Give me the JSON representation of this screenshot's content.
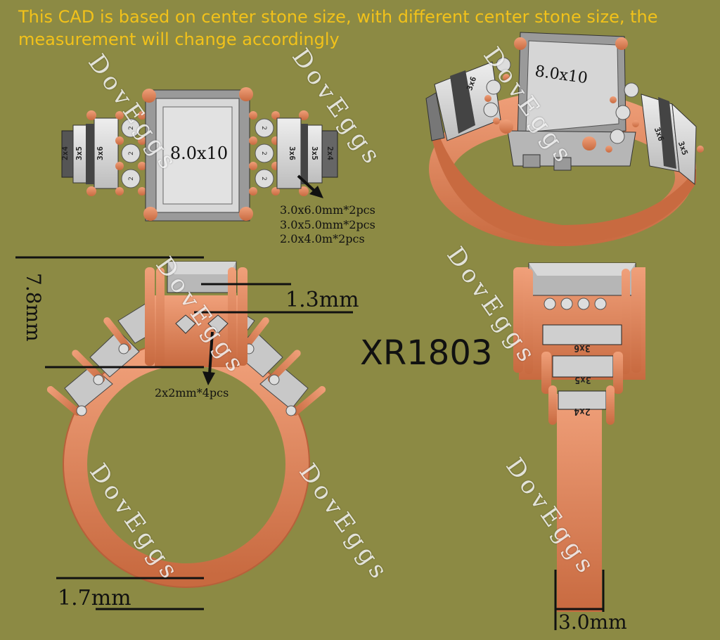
{
  "note": {
    "line1": "This CAD is based on center stone size, with different center stone size, the",
    "line2": "measurement will change accordingly"
  },
  "model_code": "XR1803",
  "watermark": "DovEggs",
  "top_view": {
    "center_stone": "8.0x10",
    "stones": [
      "3x6",
      "3x5",
      "2x4",
      "3x6",
      "3x5",
      "2x4"
    ],
    "accents": [
      "2",
      "2",
      "2",
      "2",
      "2",
      "2"
    ],
    "spec_lines": [
      "3.0x6.0mm*2pcs",
      "3.0x5.0mm*2pcs",
      "2.0x4.0m*2pcs"
    ]
  },
  "perspective_view": {
    "center_stone": "8.0x10",
    "stones": [
      "3x6",
      "3x6",
      "3x5"
    ]
  },
  "side_view": {
    "height": "7.8mm",
    "prong_width": "1.3mm",
    "bridge_stones": "2x2mm*4pcs",
    "band_width": "1.7mm"
  },
  "front_view": {
    "stones": [
      "3x6",
      "3x5",
      "2x4"
    ],
    "band_thickness": "3.0mm"
  },
  "colors": {
    "background": "#8c8a44",
    "metal": "#e8875a",
    "metal_shadow": "#b8603a",
    "stone": "#d4d4d4",
    "stone_dark": "#8a8a8a",
    "note": "#f2c21a"
  }
}
